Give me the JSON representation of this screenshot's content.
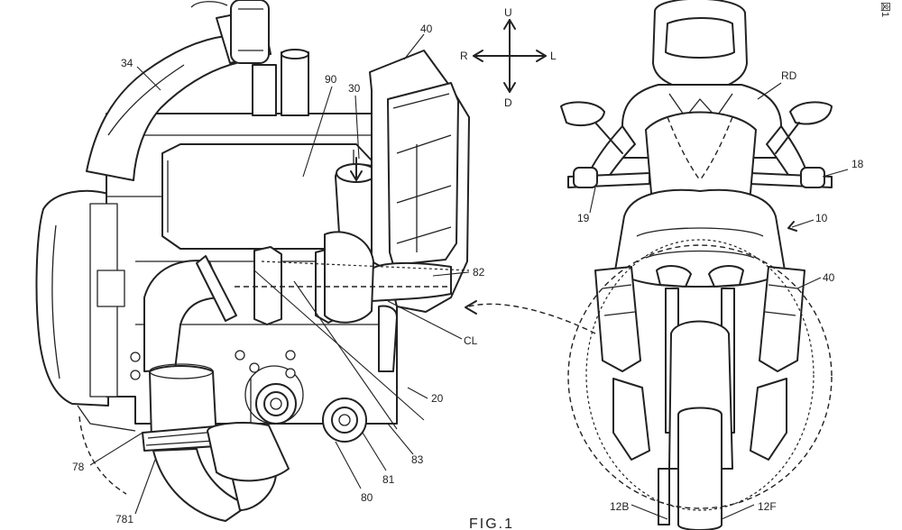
{
  "figure": {
    "caption": "FIG.1",
    "side_tab": "図1"
  },
  "direction": {
    "up": "U",
    "down": "D",
    "right": "R",
    "left": "L"
  },
  "labels": {
    "l34": "34",
    "l40a": "40",
    "l90": "90",
    "l30": "30",
    "l82": "82",
    "lCL": "CL",
    "l20": "20",
    "l83": "83",
    "l81": "81",
    "l80": "80",
    "l78": "78",
    "l781": "781",
    "lRD": "RD",
    "l18": "18",
    "l19": "19",
    "l10": "10",
    "l40b": "40",
    "l12B": "12B",
    "l12F": "12F"
  }
}
